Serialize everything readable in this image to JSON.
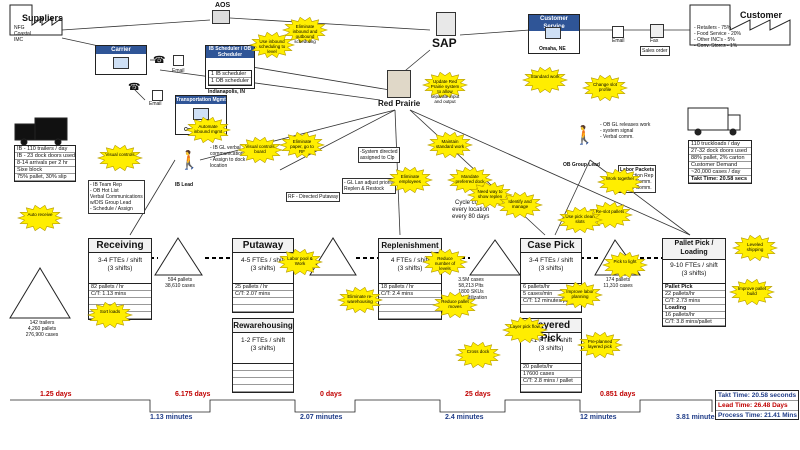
{
  "suppliers": {
    "title": "Suppliers",
    "lines": [
      "NFG",
      "Coastal",
      "IMC"
    ]
  },
  "customer": {
    "title": "Customer",
    "lines": [
      "- Retailers - 75%",
      "- Food Service - 20%",
      "- Other INC's - 5%",
      "- Conv. Stores - 1%"
    ]
  },
  "aos_label": "AOS",
  "sap_label": "SAP",
  "red_prairie_label": "Red Prairie",
  "customer_service": {
    "title": "Customer Service",
    "location": "Omaha, NE"
  },
  "email_label": "Email",
  "fax_label": "Fax",
  "sales_order_label": "Sales order",
  "carrier_label": "Carrier",
  "scheduler": {
    "title": "IB Scheduler / OB Scheduler",
    "lines": [
      "1 IB scheduler",
      "1 OB scheduler"
    ],
    "location": "Indianapolis, IN"
  },
  "transportation": {
    "title": "Transportation Mgmt",
    "location": "Omaha, NE"
  },
  "inbound_data": [
    "IB - 110 trailers / day",
    "IB - 23 dock doors used",
    "8-14 arrivals per 2 hr",
    "Sixe block",
    "75% pallet, 30% slip"
  ],
  "outbound_data": [
    "110 truckloads / day",
    "27-32 dock doors used",
    "88% pallet, 2% carton",
    "Customer Demand",
    "~20,000 cases / day",
    "Takt Time: 20.58 secs"
  ],
  "ib_lead": "IB Lead",
  "ob_lead": "OB Group Lead",
  "ib_lead_tasks": [
    "- IB Team Rep",
    "- OB Hot List",
    "Verbal Communications",
    "w/DIS Group Lead",
    "- Schedule / Assign"
  ],
  "ib_gl_comm": [
    "- IB GL verbal",
    "communication",
    "- Assign to dock",
    "location"
  ],
  "ob_gl_tasks": [
    "- OB GL releases work",
    "- system signal",
    "- Verbal comm."
  ],
  "ob_lead_tasks": [
    "Labor Packets",
    "Inspection Rep",
    "Verbal Comm.",
    "Verbal Comm."
  ],
  "rf_putaway": "RF - Directed Putaway",
  "system_directed": [
    "-System directed",
    "assigned to Clp"
  ],
  "gl_priority": [
    "- GL Lan adjust priority",
    "Replen & Restock"
  ],
  "cycle_count": [
    "Cycle count",
    "every location",
    "every 80 days"
  ],
  "processes": [
    {
      "title": "Receiving",
      "ftes": "3-4 FTEs / shift",
      "shifts": "(3 shifts)",
      "data": [
        "82 pallets / hr",
        "C/T: 1.13 mins",
        "",
        "",
        ""
      ]
    },
    {
      "title": "Putaway",
      "ftes": "4-5 FTEs / shift",
      "shifts": "(3 shifts)",
      "data": [
        "25 pallets / hr",
        "C/T: 2.07 mins",
        "",
        "",
        ""
      ]
    },
    {
      "title": "Replenishment",
      "ftes": "4 FTEs / shift",
      "shifts": "(3 shifts)",
      "data": [
        "18 pallets / hr",
        "C/T: 2.4 mins",
        "",
        "",
        ""
      ]
    },
    {
      "title": "Case Pick",
      "ftes": "3-4 FTEs / shift",
      "shifts": "(3 shifts)",
      "data": [
        "6 pallets/hr",
        "5 cases/min",
        "C/T: 12 minutes/pallet",
        "",
        ""
      ]
    },
    {
      "title": "Pallet Pick / Loading",
      "ftes": "9-10 FTEs / shift",
      "shifts": "(3 shifts)",
      "data": [
        "Pallet Pick",
        "22 pallets/hr",
        "C/T: 2.73 mins",
        "Loading",
        "16 pallets/hr",
        "C/T: 3.8 mins/pallet"
      ]
    },
    {
      "title": "Rewarehousing",
      "ftes": "1-2 FTEs / shift",
      "shifts": "(3 shifts)",
      "data": [
        "",
        "",
        "",
        "",
        ""
      ]
    },
    {
      "title": "Layered Pick",
      "ftes": "<1 FTEs / shift",
      "shifts": "(3 shifts)",
      "data": [
        "20 pallets/hr",
        "17600 cases",
        "C/T: 2.8 mins / pallet",
        "",
        ""
      ]
    }
  ],
  "inventories": [
    {
      "lines": [
        "142 trailers",
        "4,260 pallets",
        "276,900 cases"
      ]
    },
    {
      "lines": [
        "594 pallets",
        "38,610 cases"
      ]
    },
    {
      "lines": [
        "3.5M cases",
        "58,213 Plts",
        "1800 SKUs",
        "92% utilization"
      ]
    },
    {
      "lines": [
        "174 pallets",
        "11,310 cases"
      ]
    }
  ],
  "timeline": {
    "wait_times": [
      "1.25 days",
      "6.175 days",
      "0 days",
      "25 days",
      "0.851 days"
    ],
    "process_times": [
      "1.13 minutes",
      "2.07 minutes",
      "2.4 minutes",
      "12 minutes",
      "3.81 minutes"
    ]
  },
  "summary": {
    "takt": "Takt Time: 20.58 seconds",
    "lead": "Lead Time: 26.48 Days",
    "process": "Process Time: 21.41 Mins"
  },
  "kaizen_bursts": [
    "Eliminate inbound and outbound scheduling",
    "Use inbound scheduling to level",
    "Update Red Prairie system to allow separate input and output",
    "Eliminate paper, go to RF",
    "Automate inbound mgmt",
    "Visual controls",
    "Visual controls board",
    "Maintain standard work",
    "Mandate preferred dock",
    "Eliminate employees",
    "Standard work",
    "Need way to show replen",
    "Change slot profile",
    "Auto receive",
    "Re-slot pallets",
    "Labor pool & Work",
    "Eliminate re-warehousing",
    "Reduce number of levels",
    "Reduce pallet moves",
    "Identify and manage",
    "Use pick clean slots",
    "Improve labor planning",
    "Pre-planned layered pick",
    "Layer pick flow",
    "Leveled shipping",
    "Improve pallet build",
    "Pick to light",
    "Cross dock",
    "Sort loads",
    "Work together"
  ]
}
